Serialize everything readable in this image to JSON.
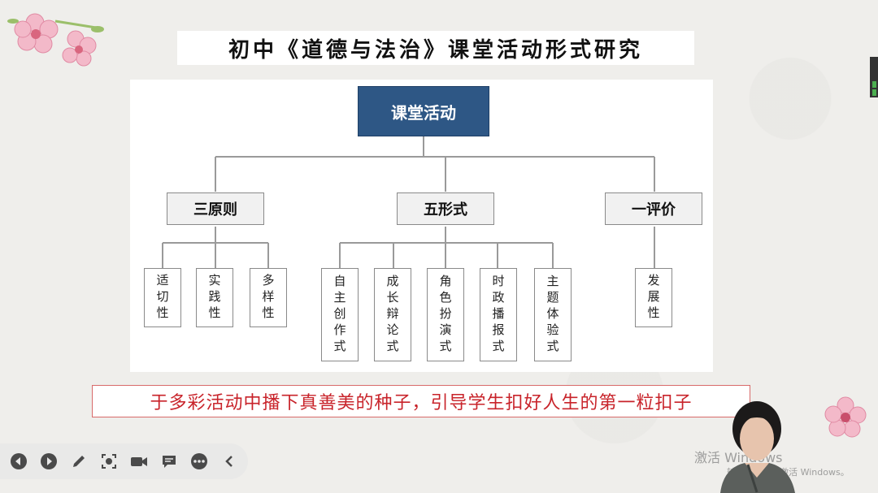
{
  "title": "初中《道德与法治》课堂活动形式研究",
  "diagram": {
    "root": "课堂活动",
    "categories": [
      {
        "label": "三原则",
        "items": [
          "适切性",
          "实践性",
          "多样性"
        ]
      },
      {
        "label": "五形式",
        "items": [
          "自主创作式",
          "成长辩论式",
          "角色扮演式",
          "时政播报式",
          "主题体验式"
        ]
      },
      {
        "label": "一评价",
        "items": [
          "发展性"
        ]
      }
    ]
  },
  "slogan": "于多彩活动中播下真善美的种子，引导学生扣好人生的第一粒扣子",
  "toolbar": [
    "back-icon",
    "forward-icon",
    "pen-icon",
    "screenshot-icon",
    "camera-icon",
    "comment-icon",
    "more-icon",
    "collapse-icon"
  ],
  "watermark": {
    "line1": "激活 Windows",
    "line2": "转到\"设置\"以激活 Windows。"
  },
  "colors": {
    "root_fill": "#2e5785",
    "slogan_text": "#c8232a",
    "slogan_border": "#d86a6a",
    "node_border": "#8a8a8a"
  }
}
